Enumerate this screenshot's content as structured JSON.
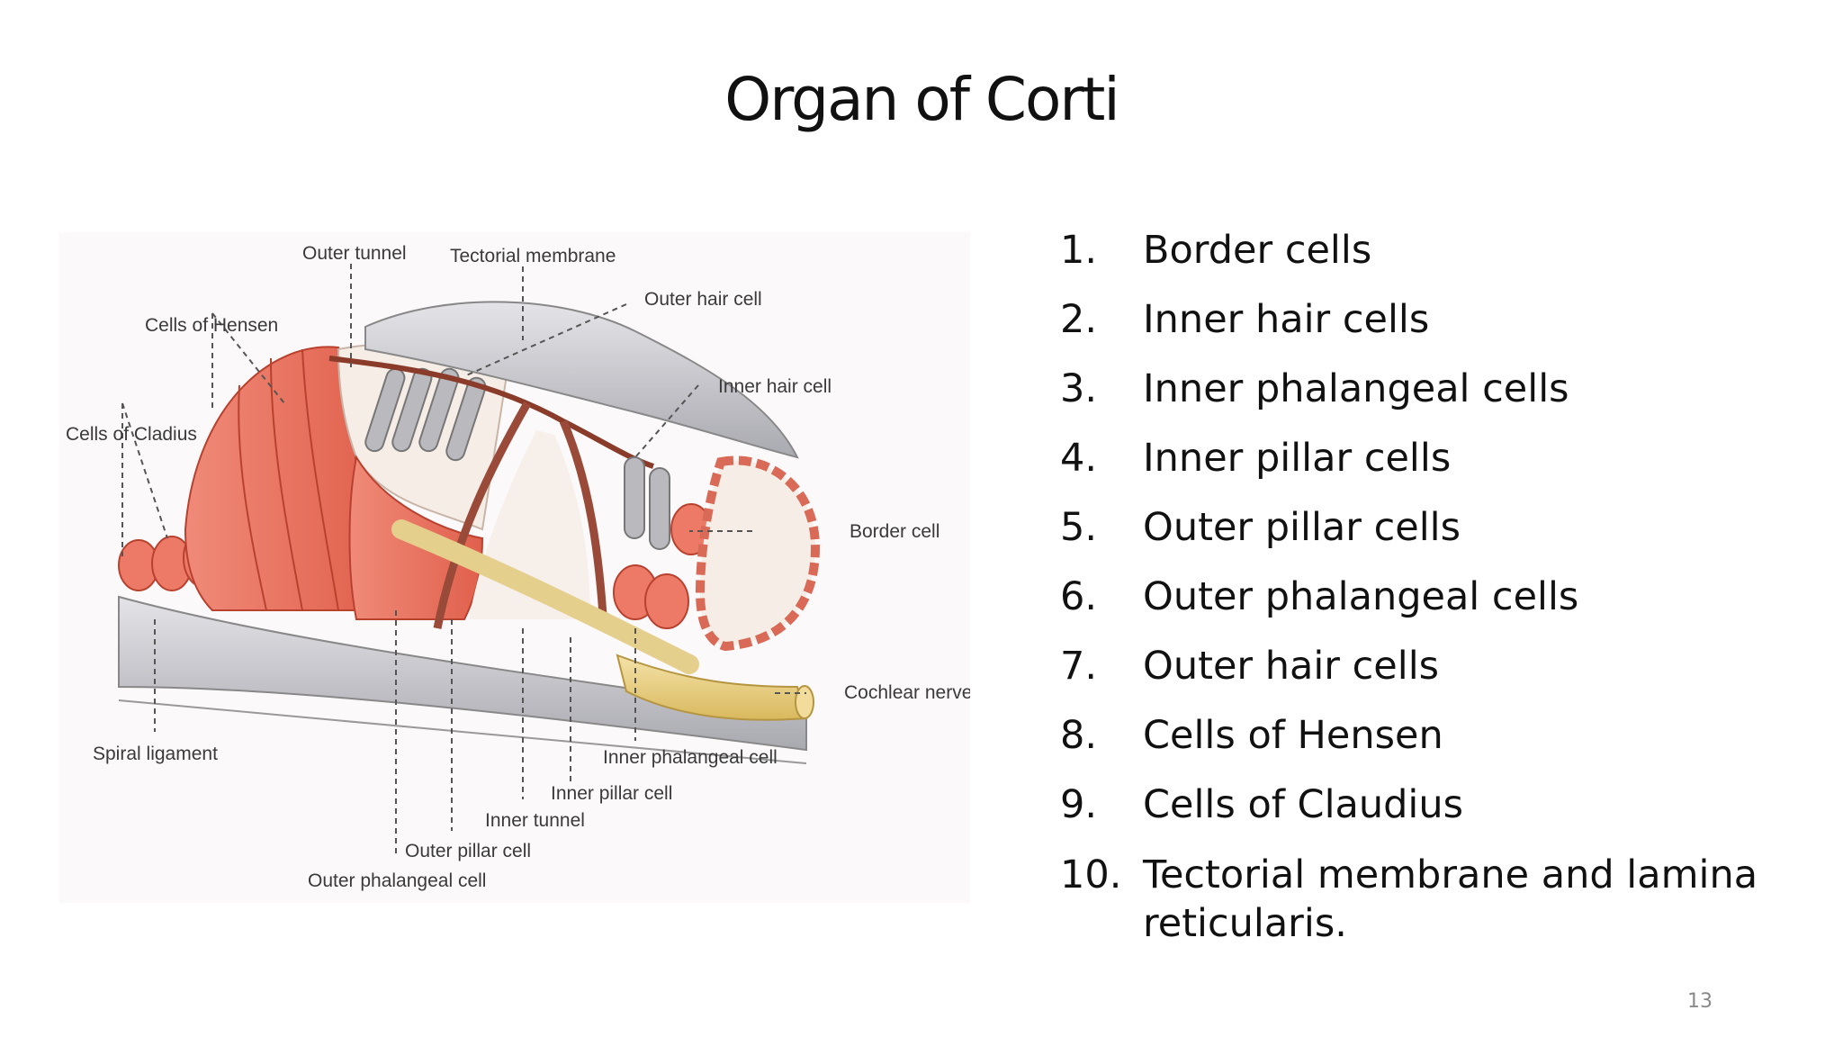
{
  "slide": {
    "title": "Organ of Corti",
    "page_number": "13"
  },
  "figure": {
    "labels": {
      "outer_tunnel": "Outer tunnel",
      "tectorial_membrane": "Tectorial membrane",
      "outer_hair_cell": "Outer hair cell",
      "cells_of_hensen": "Cells of Hensen",
      "inner_hair_cell": "Inner hair cell",
      "cells_of_cladius": "Cells of Cladius",
      "border_cell": "Border cell",
      "cochlear_nerve": "Cochlear nerve",
      "spiral_ligament": "Spiral ligament",
      "inner_phalangeal_cell": "Inner phalangeal cell",
      "inner_pillar_cell": "Inner pillar cell",
      "inner_tunnel": "Inner tunnel",
      "outer_pillar_cell": "Outer pillar cell",
      "outer_phalangeal_cell": "Outer phalangeal cell"
    },
    "colors": {
      "cell_red": "#e8705c",
      "membrane_gray": "#c8c8cc",
      "nerve_yellow": "#e9cf82"
    }
  },
  "list": {
    "items": [
      {
        "num": "1.",
        "text": "Border cells"
      },
      {
        "num": "2.",
        "text": "Inner hair cells"
      },
      {
        "num": "3.",
        "text": "Inner phalangeal cells"
      },
      {
        "num": "4.",
        "text": "Inner pillar cells"
      },
      {
        "num": "5.",
        "text": "Outer pillar cells"
      },
      {
        "num": "6.",
        "text": "Outer phalangeal cells"
      },
      {
        "num": "7.",
        "text": "Outer hair cells"
      },
      {
        "num": "8.",
        "text": "Cells of Hensen"
      },
      {
        "num": "9.",
        "text": "Cells of Claudius"
      },
      {
        "num": "10.",
        "text": "Tectorial membrane and lamina reticularis."
      }
    ]
  }
}
